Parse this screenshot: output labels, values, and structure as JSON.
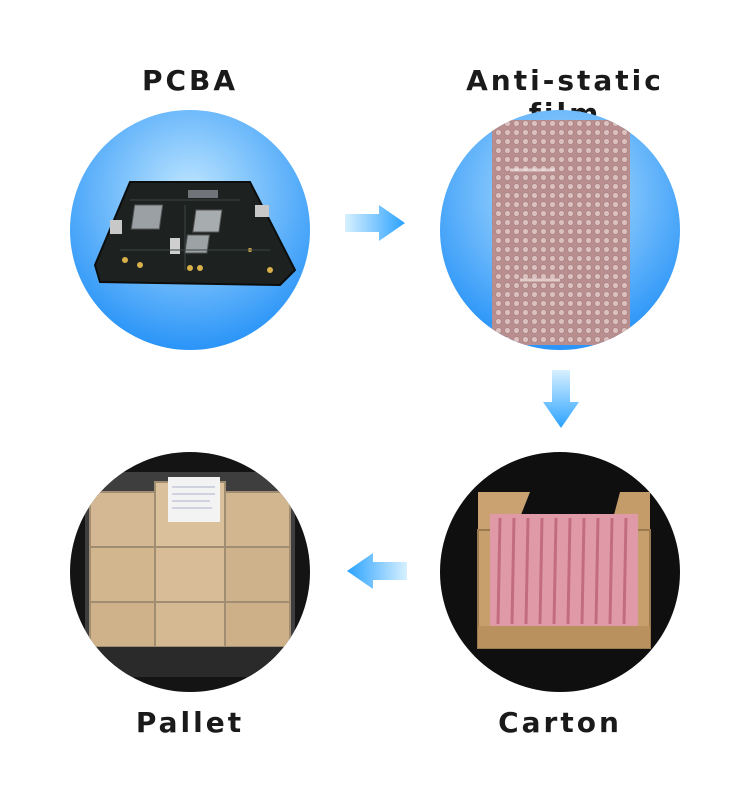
{
  "steps": [
    {
      "label": "PCBA"
    },
    {
      "label": "Anti-static film"
    },
    {
      "label": "Carton"
    },
    {
      "label": "Pallet"
    }
  ],
  "colors": {
    "circle_blue_light": "#a7dcff",
    "circle_blue_dark": "#1e90ff",
    "arrow_light": "#d7f0ff",
    "arrow_dark": "#2aa2ff",
    "pcb": "#1b1f1d",
    "film": "#c9a2a2",
    "carton": "#c19a6b",
    "dark_bg": "#0f0f10"
  },
  "icons": [
    "right-arrow-icon",
    "down-arrow-icon",
    "left-arrow-icon"
  ]
}
